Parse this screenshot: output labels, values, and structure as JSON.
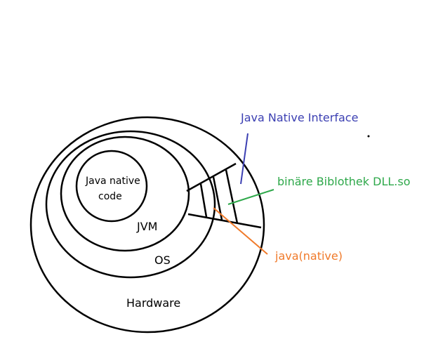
{
  "diagram": {
    "layers": [
      {
        "id": "hardware",
        "label": "Hardware"
      },
      {
        "id": "os",
        "label": "OS"
      },
      {
        "id": "jvm",
        "label": "JVM"
      },
      {
        "id": "native_code",
        "label_lines": [
          "Java native",
          "code"
        ]
      }
    ],
    "callouts": [
      {
        "id": "jni",
        "label": "Java Native Interface",
        "color": "#3b3fb2"
      },
      {
        "id": "binary_lib",
        "label": "binäre Biblothek DLL.so",
        "color": "#2ea84a"
      },
      {
        "id": "java_native",
        "label": "java(native)",
        "color": "#f07a2a"
      }
    ]
  }
}
